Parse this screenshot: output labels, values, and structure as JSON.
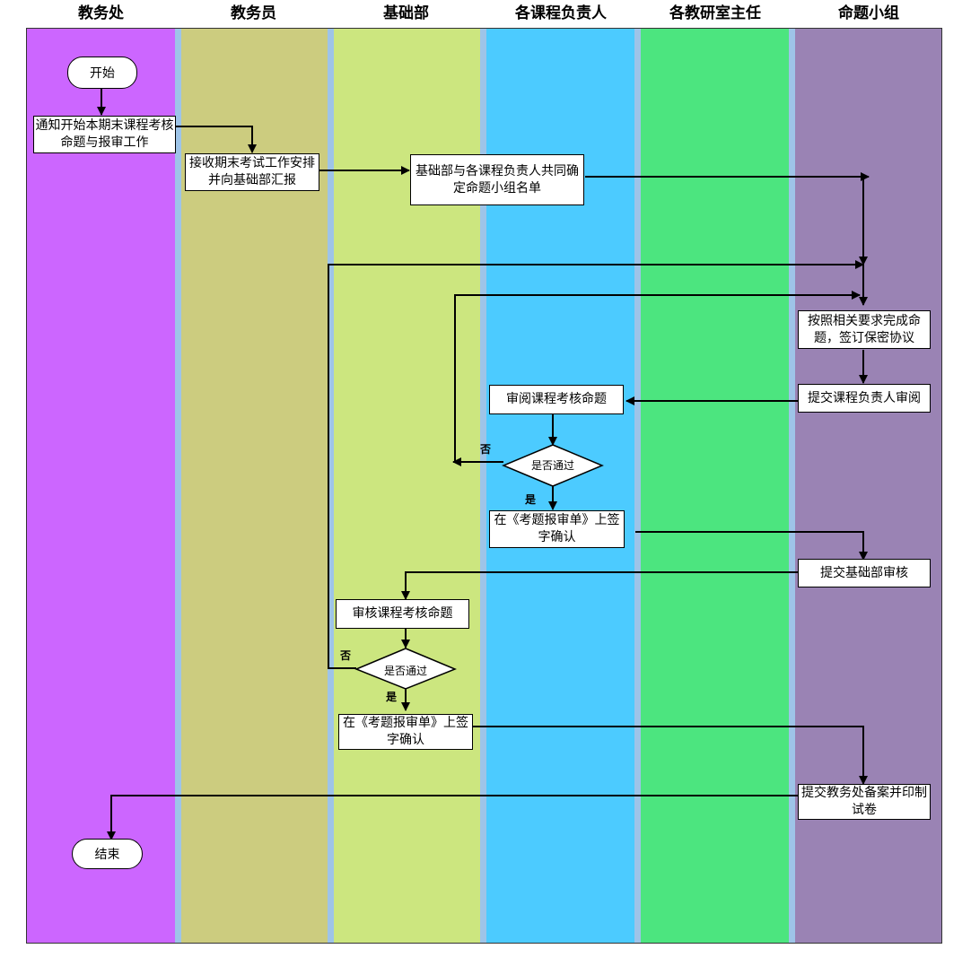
{
  "lanes": {
    "jiaowuchu": "教务处",
    "jiaowuyuan": "教务员",
    "jichubu": "基础部",
    "kecheng": "各课程负责人",
    "jiaoyanshi": "各教研室主任",
    "mingti": "命题小组"
  },
  "colors": {
    "jiaowuchu": "#cc66ff",
    "jiaowuyuan": "#cccc7f",
    "jichubu": "#cce67f",
    "kecheng": "#4ccbff",
    "jiaoyanshi": "#4ce57f",
    "mingti": "#9a83b4",
    "separator": "#9ec4e8"
  },
  "nodes": {
    "start": "开始",
    "notify": "通知开始本期末课程考核命题与报审工作",
    "receive": "接收期末考试工作安排并向基础部汇报",
    "determine": "基础部与各课程负责人共同确定命题小组名单",
    "complete": "按照相关要求完成命题，签订保密协议",
    "submit_review": "提交课程负责人审阅",
    "review": "审阅课程考核命题",
    "pass1": "是否通过",
    "sign1": "在《考题报审单》上签字确认",
    "submit_jichubu": "提交基础部审核",
    "audit": "审核课程考核命题",
    "pass2": "是否通过",
    "sign2": "在《考题报审单》上签字确认",
    "archive": "提交教务处备案并印制试卷",
    "end": "结束"
  },
  "labels": {
    "no1": "否",
    "yes1": "是",
    "no2": "否",
    "yes2": "是"
  }
}
